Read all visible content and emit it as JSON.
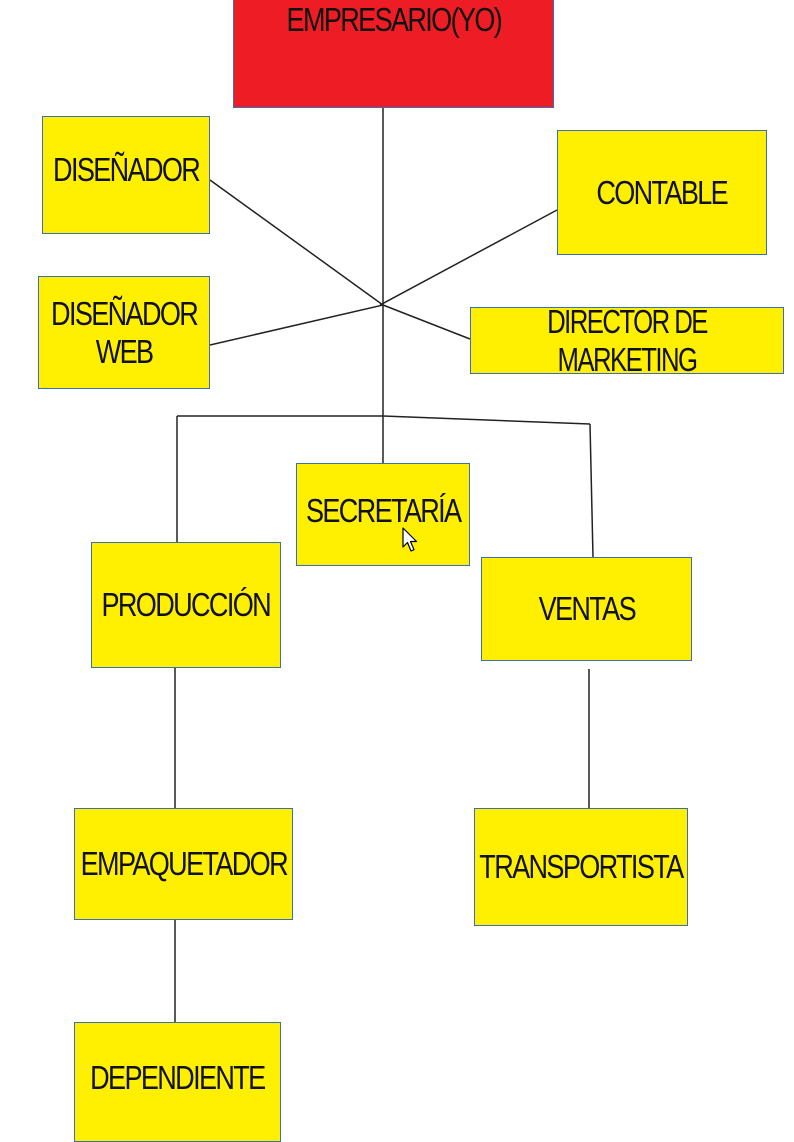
{
  "colors": {
    "root_fill": "#ee1c25",
    "node_fill": "#ffef00",
    "node_border": "#3a6fb7",
    "connector": "#222222"
  },
  "nodes": {
    "empresario": "EMPRESARIO(YO)",
    "disenador": "DISEÑADOR",
    "disenador_web": "DISEÑADOR\nWEB",
    "contable": "CONTABLE",
    "marketing": "DIRECTOR DE MARKETING",
    "secretaria": "SECRETARÍA",
    "produccion": "PRODUCCIÓN",
    "ventas": "VENTAS",
    "empaquetador": "EMPAQUETADOR",
    "transportista": "TRANSPORTISTA",
    "dependiente": "DEPENDIENTE"
  },
  "edges": [
    [
      "empresario",
      "secretaria"
    ],
    [
      "empresario",
      "disenador"
    ],
    [
      "empresario",
      "disenador_web"
    ],
    [
      "empresario",
      "contable"
    ],
    [
      "empresario",
      "marketing"
    ],
    [
      "empresario",
      "produccion"
    ],
    [
      "empresario",
      "ventas"
    ],
    [
      "produccion",
      "empaquetador"
    ],
    [
      "empaquetador",
      "dependiente"
    ],
    [
      "ventas",
      "transportista"
    ]
  ],
  "cursor_icon": "mouse-pointer-icon"
}
